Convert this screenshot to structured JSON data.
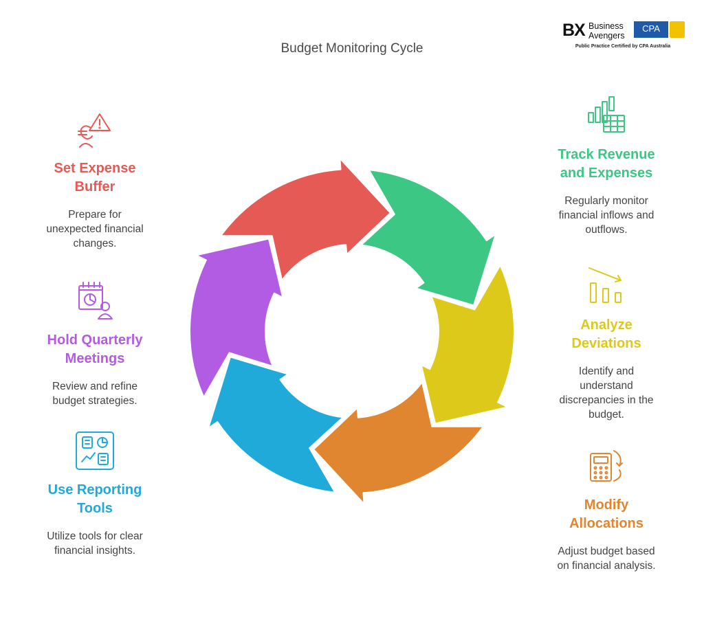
{
  "title": "Budget Monitoring Cycle",
  "logo": {
    "mark": "BX",
    "name_line1": "Business",
    "name_line2": "Avengers",
    "badge": "CPA",
    "tagline": "Public Practice Certified by CPA Australia"
  },
  "colors": {
    "red": "#e55a55",
    "green": "#3cc784",
    "yellow": "#ddc91a",
    "orange": "#e08530",
    "blue": "#1faad9",
    "purple": "#b25ce3"
  },
  "steps": [
    {
      "id": "set-expense-buffer",
      "heading": "Set Expense Buffer",
      "heading_line1": "Set Expense",
      "heading_line2": "Buffer",
      "desc_line1": "Prepare for",
      "desc_line2": "unexpected financial",
      "desc_line3": "changes.",
      "icon": "euro-warning-icon",
      "color": "#e55a55"
    },
    {
      "id": "track-revenue",
      "heading": "Track Revenue and Expenses",
      "heading_line1": "Track Revenue",
      "heading_line2": "and Expenses",
      "desc_line1": "Regularly monitor",
      "desc_line2": "financial inflows and",
      "desc_line3": "outflows.",
      "icon": "chart-table-icon",
      "color": "#3cc784"
    },
    {
      "id": "hold-quarterly-meetings",
      "heading": "Hold Quarterly Meetings",
      "heading_line1": "Hold Quarterly",
      "heading_line2": "Meetings",
      "desc_line1": "Review and refine",
      "desc_line2": "budget strategies.",
      "icon": "calendar-chart-person-icon",
      "color": "#b25ce3"
    },
    {
      "id": "analyze-deviations",
      "heading": "Analyze Deviations",
      "heading_line1": "Analyze",
      "heading_line2": "Deviations",
      "desc_line1": "Identify and",
      "desc_line2": "understand",
      "desc_line3": "discrepancies in the",
      "desc_line4": "budget.",
      "icon": "declining-bars-icon",
      "color": "#ddc91a"
    },
    {
      "id": "use-reporting-tools",
      "heading": "Use Reporting Tools",
      "heading_line1": "Use Reporting",
      "heading_line2": "Tools",
      "desc_line1": "Utilize tools for clear",
      "desc_line2": "financial insights.",
      "icon": "dashboard-icon",
      "color": "#1faad9"
    },
    {
      "id": "modify-allocations",
      "heading": "Modify Allocations",
      "heading_line1": "Modify",
      "heading_line2": "Allocations",
      "desc_line1": "Adjust budget based",
      "desc_line2": "on financial analysis.",
      "icon": "calculator-refresh-icon",
      "color": "#e08530"
    }
  ]
}
